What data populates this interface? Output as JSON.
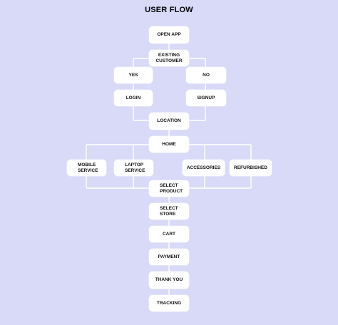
{
  "diagram": {
    "title": "USER  FLOW",
    "nodes": {
      "open_app": "OPEN APP",
      "existing_customer": "EXISTING\nCUSTOMER",
      "yes": "YES",
      "no": "NO",
      "login": "LOGIN",
      "signup": "SIGNUP",
      "location": "LOCATION",
      "home": "HOME",
      "mobile_service": "MOBILE\nSERVICE",
      "laptop_service": "LAPTOP\nSERVICE",
      "accessories": "ACCESSORIES",
      "refurbished": "REFURBISHED",
      "select_product": "SELECT\nPRODUCT",
      "select_store": "SELECT\nSTORE",
      "cart": "CART",
      "payment": "PAYMENT",
      "thank_you": "THANK YOU",
      "tracking": "TRACKING"
    },
    "colors": {
      "background": "#d8daf7",
      "node": "#ffffff",
      "connector": "#ffffff",
      "text": "#111111"
    }
  }
}
